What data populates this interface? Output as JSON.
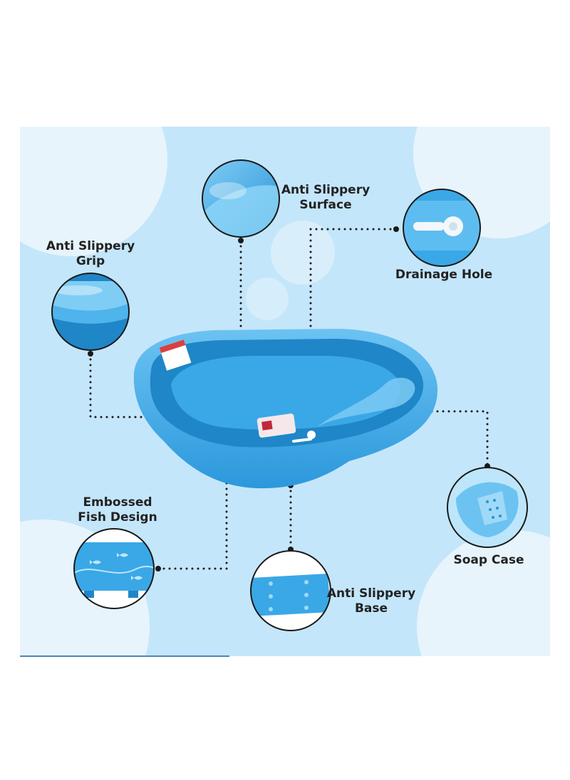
{
  "colors": {
    "background": "#c4e6fa",
    "bubble": "#e7f4fc",
    "tub": "#3aa8e6",
    "tub_dark": "#1f86c8",
    "tub_light": "#7ccaf3",
    "dots": "#1a1a1a",
    "text": "#222222"
  },
  "features": [
    {
      "id": "surface",
      "lines": [
        "Anti Slippery",
        "Surface"
      ],
      "icon": "tub-surface-closeup"
    },
    {
      "id": "drainage",
      "lines": [
        "Drainage Hole"
      ],
      "icon": "drain-plug-closeup"
    },
    {
      "id": "grip",
      "lines": [
        "Anti Slippery",
        "Grip"
      ],
      "icon": "tub-rim-grip-closeup"
    },
    {
      "id": "soap",
      "lines": [
        "Soap Case"
      ],
      "icon": "soap-dish-closeup"
    },
    {
      "id": "fish",
      "lines": [
        "Embossed",
        "Fish Design"
      ],
      "icon": "fish-pattern-closeup"
    },
    {
      "id": "base",
      "lines": [
        "Anti Slippery",
        "Base"
      ],
      "icon": "tub-base-feet-closeup"
    }
  ]
}
